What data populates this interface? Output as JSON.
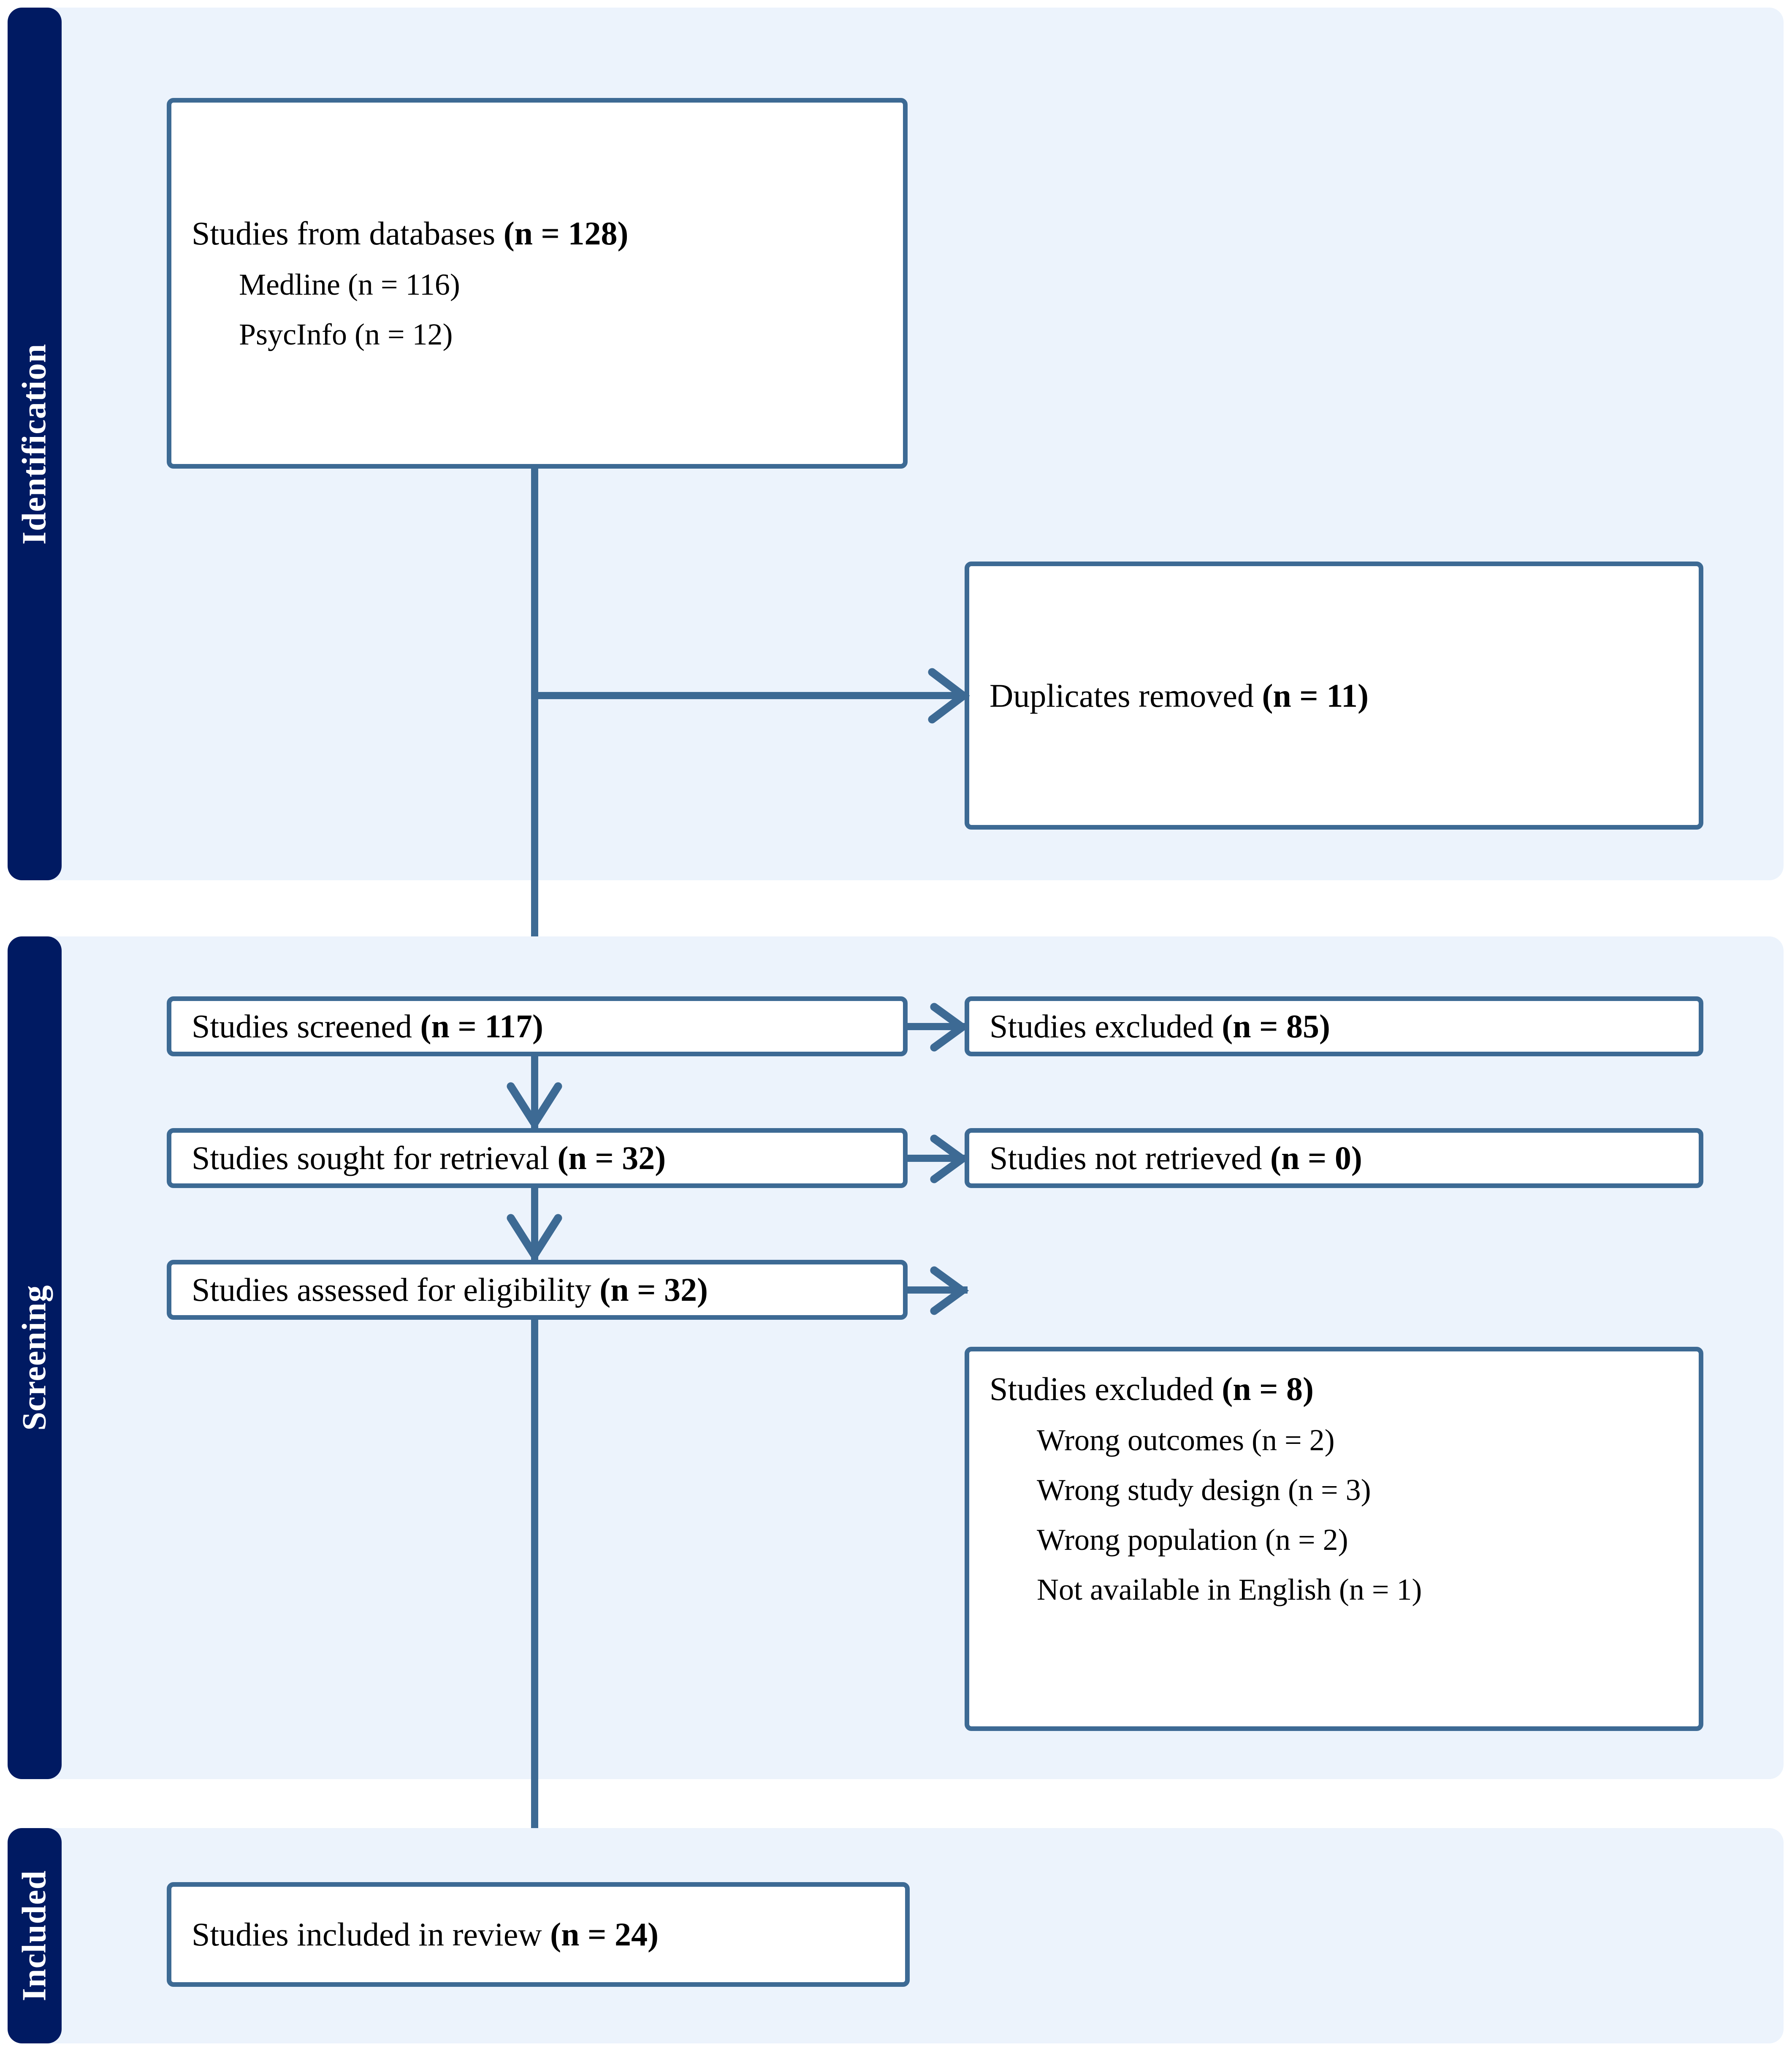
{
  "diagram": {
    "type": "prisma-flow-diagram",
    "colors": {
      "stage_bar": "#001a62",
      "stage_panel": "#ecf3fc",
      "box_border": "#3d6a94",
      "box_fill": "#ffffff",
      "connector": "#3d6a94",
      "text": "#000000",
      "stage_label_text": "#ffffff"
    }
  },
  "stages": [
    {
      "id": "identification",
      "label": "Identification"
    },
    {
      "id": "screening",
      "label": "Screening"
    },
    {
      "id": "included",
      "label": "Included"
    }
  ],
  "boxes": {
    "databases": {
      "title_plain": "Studies from databases ",
      "title_bold": "(n = 128)",
      "sub_items": [
        "Medline (n = 116)",
        "PsycInfo (n = 12)"
      ]
    },
    "duplicates_removed": {
      "title_plain": "Duplicates removed ",
      "title_bold": "(n = 11)"
    },
    "screened": {
      "title_plain": "Studies screened ",
      "title_bold": "(n = 117)"
    },
    "excluded_screening": {
      "title_plain": "Studies excluded ",
      "title_bold": "(n = 85)"
    },
    "sought_retrieval": {
      "title_plain": "Studies sought for retrieval ",
      "title_bold": "(n = 32)"
    },
    "not_retrieved": {
      "title_plain": "Studies not retrieved ",
      "title_bold": "(n = 0)"
    },
    "assessed_eligibility": {
      "title_plain": "Studies assessed for eligibility ",
      "title_bold": "(n = 32)"
    },
    "excluded_eligibility": {
      "title_plain": "Studies excluded ",
      "title_bold": "(n = 8)",
      "sub_items": [
        "Wrong outcomes (n = 2)",
        "Wrong study design (n = 3)",
        "Wrong population (n = 2)",
        "Not available in English (n = 1)"
      ]
    },
    "included_review": {
      "title_plain": "Studies included in review ",
      "title_bold": "(n = 24)"
    }
  },
  "chart_data": {
    "type": "flowchart",
    "title": "PRISMA flow diagram",
    "nodes": [
      {
        "id": "databases",
        "stage": "Identification",
        "label": "Studies from databases (n = 128)",
        "n": 128,
        "breakdown": [
          {
            "label": "Medline",
            "n": 116
          },
          {
            "label": "PsycInfo",
            "n": 12
          }
        ]
      },
      {
        "id": "duplicates_removed",
        "stage": "Identification",
        "label": "Duplicates removed (n = 11)",
        "n": 11
      },
      {
        "id": "screened",
        "stage": "Screening",
        "label": "Studies screened (n = 117)",
        "n": 117
      },
      {
        "id": "excluded_screening",
        "stage": "Screening",
        "label": "Studies excluded (n = 85)",
        "n": 85
      },
      {
        "id": "sought_retrieval",
        "stage": "Screening",
        "label": "Studies sought for retrieval (n = 32)",
        "n": 32
      },
      {
        "id": "not_retrieved",
        "stage": "Screening",
        "label": "Studies not retrieved (n = 0)",
        "n": 0
      },
      {
        "id": "assessed_eligibility",
        "stage": "Screening",
        "label": "Studies assessed for eligibility (n = 32)",
        "n": 32
      },
      {
        "id": "excluded_eligibility",
        "stage": "Screening",
        "label": "Studies excluded (n = 8)",
        "n": 8,
        "breakdown": [
          {
            "label": "Wrong outcomes",
            "n": 2
          },
          {
            "label": "Wrong study design",
            "n": 3
          },
          {
            "label": "Wrong population",
            "n": 2
          },
          {
            "label": "Not available in English",
            "n": 1
          }
        ]
      },
      {
        "id": "included_review",
        "stage": "Included",
        "label": "Studies included in review (n = 24)",
        "n": 24
      }
    ],
    "edges": [
      {
        "from": "databases",
        "to": "duplicates_removed",
        "direction": "right"
      },
      {
        "from": "databases",
        "to": "screened",
        "direction": "down"
      },
      {
        "from": "screened",
        "to": "excluded_screening",
        "direction": "right"
      },
      {
        "from": "screened",
        "to": "sought_retrieval",
        "direction": "down"
      },
      {
        "from": "sought_retrieval",
        "to": "not_retrieved",
        "direction": "right"
      },
      {
        "from": "sought_retrieval",
        "to": "assessed_eligibility",
        "direction": "down"
      },
      {
        "from": "assessed_eligibility",
        "to": "excluded_eligibility",
        "direction": "right"
      },
      {
        "from": "assessed_eligibility",
        "to": "included_review",
        "direction": "down"
      }
    ]
  }
}
